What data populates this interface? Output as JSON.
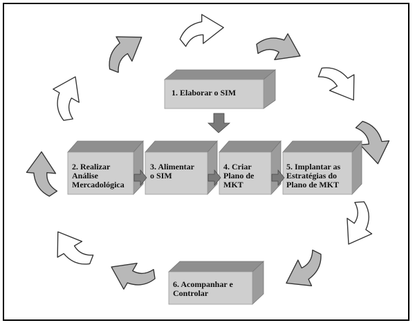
{
  "diagram": {
    "boxes": {
      "step1": "1. Elaborar o SIM",
      "step2": "2. Realizar\nAnálise\nMercadológica",
      "step3": "3. Alimentar\no SIM",
      "step4": "4. Criar\nPlano de\nMKT",
      "step5": "5. Implantar as\nEstratégias do\nPlano de MKT",
      "step6": "6. Acompanhar e\nControlar"
    },
    "colors": {
      "box_face": "#cfcfcf",
      "box_top": "#8f8f8f",
      "box_side": "#9c9c9c",
      "arrow_gray": "#b8b8b8",
      "arrow_white": "#ffffff",
      "outline": "#333333",
      "connector": "#7a7a7a"
    }
  }
}
